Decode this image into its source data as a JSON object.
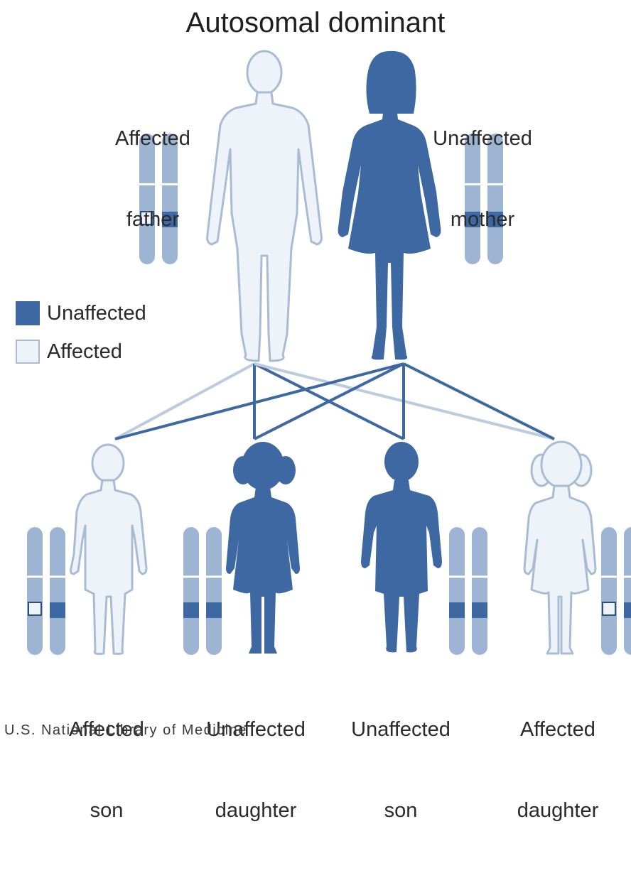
{
  "title": "Autosomal dominant",
  "colors": {
    "unaffected": "#3d68a2",
    "affected_fill": "#eef3f9",
    "affected_stroke": "#a9bcd4",
    "chromosome": "#9db4d2",
    "line_dark": "#3d68a2",
    "line_light": "#bccbdd"
  },
  "legend": {
    "unaffected_label": "Unaffected",
    "affected_label": "Affected"
  },
  "parents": {
    "father": {
      "line1": "Affected",
      "line2": "father",
      "status": "affected"
    },
    "mother": {
      "line1": "Unaffected",
      "line2": "mother",
      "status": "unaffected"
    }
  },
  "children": [
    {
      "line1": "Affected",
      "line2": "son",
      "status": "affected"
    },
    {
      "line1": "Unaffected",
      "line2": "daughter",
      "status": "unaffected"
    },
    {
      "line1": "Unaffected",
      "line2": "son",
      "status": "unaffected"
    },
    {
      "line1": "Affected",
      "line2": "daughter",
      "status": "affected"
    }
  ],
  "credit": "U.S. National Library of Medicine"
}
